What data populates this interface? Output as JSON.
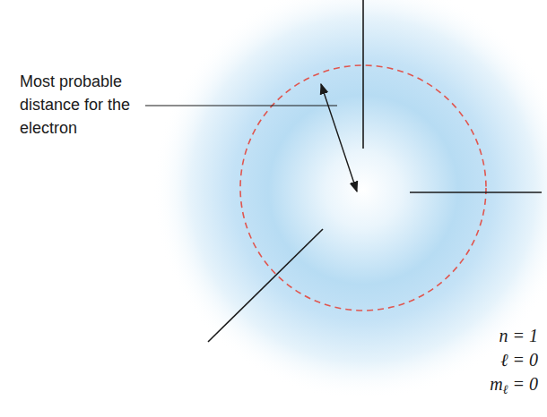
{
  "diagram": {
    "labels": [
      "Most probable distance for the electron",
      "n = 1",
      "ℓ = 0",
      "mℓ = 0"
    ]
  }
}
